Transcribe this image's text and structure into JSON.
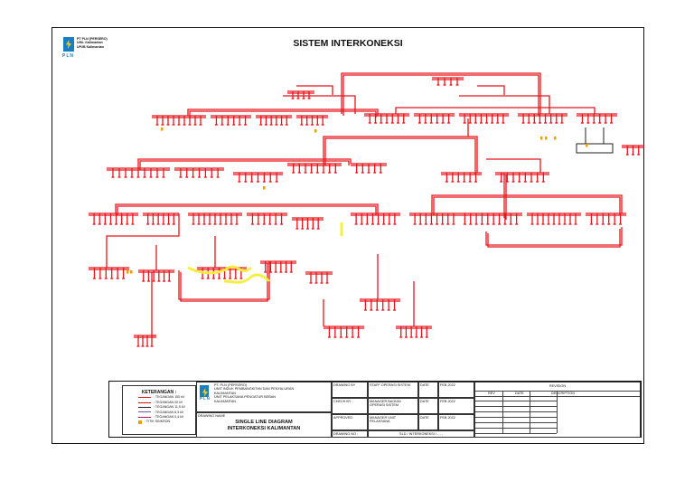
{
  "header": {
    "company_lines": [
      "PT PLN (PERSERO)",
      "UIKL Kalimantan",
      "UP2B Kalimantan"
    ],
    "logo_text": "PLN",
    "title": "SISTEM INTERKONEKSI"
  },
  "legend": {
    "title": "KETERANGAN :",
    "items": [
      {
        "label": ": TEGANGAN 150 kV",
        "color": "#e8141b"
      },
      {
        "label": ": TEGANGAN 20 kV",
        "color": "#e8141b"
      },
      {
        "label": ": TEGANGAN 11,5 kV",
        "color": "#222222"
      },
      {
        "label": ": TEGANGAN 6,3 kV",
        "color": "#6b5bb5"
      },
      {
        "label": ": TEGANGAN 0,4 kV",
        "color": "#b2186b"
      },
      {
        "label": ": TITIK SINKRON",
        "color": "#e8a000"
      }
    ]
  },
  "org_block": {
    "lines": [
      "PT. PLN (PERSERO)",
      "UNIT INDUK PEMBANGKITAN DAN PENYALURAN",
      "KALIMANTAN",
      "UNIT PELAKSANA PENGATUR BEBAN",
      "KALIMANTAN"
    ],
    "logo_text": "PLN"
  },
  "drawing_name": {
    "label": "DRAWING NAME",
    "line1": "SINGLE LINE DIAGRAM",
    "line2": "INTERKONEKSI KALIMANTAN"
  },
  "signoff": [
    {
      "role": "DRAWING BY",
      "who": "STAFF OPERASI SISTEM",
      "date_label": "DATE",
      "date": "FEB 2022"
    },
    {
      "role": "CHECK BY :",
      "who": "MANAGER BAGIAN OPERASI SISTEM",
      "date_label": "DATE",
      "date": "FEB 2022"
    },
    {
      "role": "APPROVED",
      "who": "MANAGER UNIT PELAKSANA",
      "date_label": "DATE",
      "date": "FEB 2022"
    }
  ],
  "drawing_no": {
    "label": "DRAWING NO :",
    "value": "SLD / INTERKONEKSI / - - -"
  },
  "revision": {
    "title": "REVISION",
    "headers": [
      "REV",
      "DATE",
      "DESCRIPTION"
    ]
  },
  "colors": {
    "hv_line": "#e8141b",
    "lv_line": "#222222",
    "sync_point": "#e8a000",
    "highlight": "#f4ef3c"
  }
}
